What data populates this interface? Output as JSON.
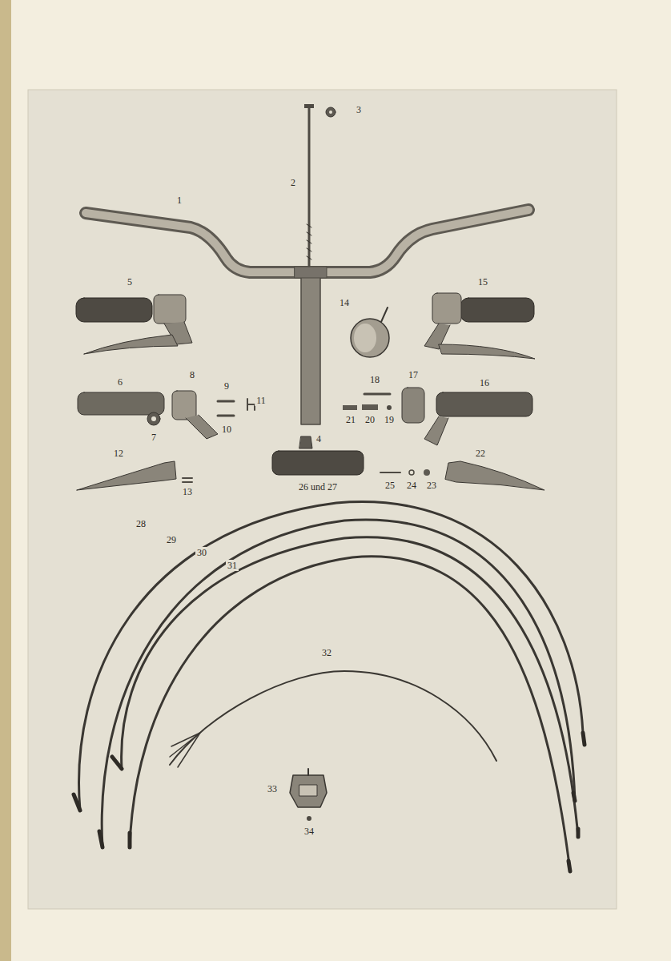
{
  "diagram": {
    "labels": [
      "3",
      "2",
      "1",
      "5",
      "15",
      "14",
      "6",
      "8",
      "9",
      "18",
      "17",
      "16",
      "11",
      "10",
      "21",
      "20",
      "19",
      "7",
      "4",
      "12",
      "13",
      "26 und 27",
      "25",
      "24",
      "23",
      "22",
      "28",
      "29",
      "30",
      "31",
      "32",
      "33",
      "34"
    ]
  }
}
